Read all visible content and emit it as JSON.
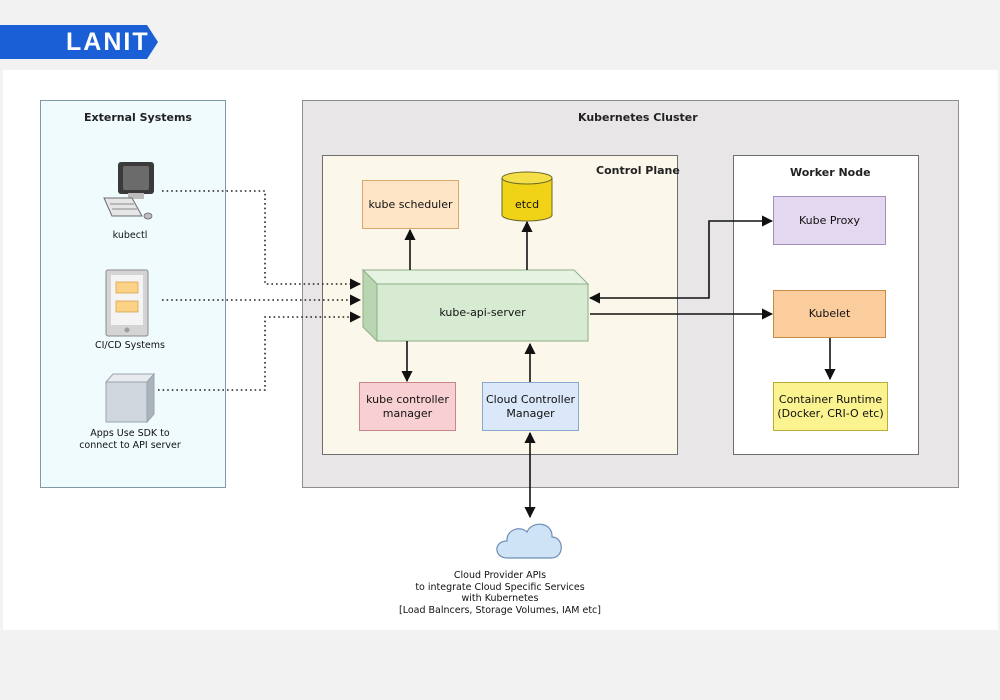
{
  "logo": {
    "text": "LANIT",
    "color": "#1a5fd6"
  },
  "external_systems": {
    "title": "External Systems",
    "items": [
      {
        "label": "kubectl",
        "icon": "desktop-computer-icon"
      },
      {
        "label": "CI/CD Systems",
        "icon": "tablet-icon"
      },
      {
        "label_lines": [
          "Apps Use SDK to",
          "connect to API server"
        ],
        "icon": "cube-icon"
      }
    ]
  },
  "cluster": {
    "title": "Kubernetes Cluster"
  },
  "control_plane": {
    "title": "Control Plane",
    "kube_scheduler": "kube scheduler",
    "etcd": "etcd",
    "api_server": "kube-api-server",
    "controller_manager_lines": [
      "kube controller",
      "manager"
    ],
    "cloud_controller_lines": [
      "Cloud Controller",
      "Manager"
    ]
  },
  "worker_node": {
    "title": "Worker Node",
    "kube_proxy": "Kube Proxy",
    "kubelet": "Kubelet",
    "runtime_lines": [
      "Container Runtime",
      "(Docker, CRI-O etc)"
    ]
  },
  "cloud": {
    "icon": "cloud-icon",
    "caption_lines": [
      "Cloud Provider APIs",
      "to integrate Cloud Specific Services",
      "with Kubernetes",
      "[Load Balncers, Storage Volumes, IAM etc]"
    ]
  },
  "colors": {
    "scheduler": "#fde5c6",
    "etcd": "#f0d217",
    "api_server": "#d7ebd3",
    "controller_manager": "#f8cfd2",
    "cloud_controller": "#dbe8f9",
    "kube_proxy": "#e3d8ef",
    "kubelet": "#fbcc9c",
    "runtime": "#fbf38f",
    "cloud": "#cfe3f7"
  }
}
